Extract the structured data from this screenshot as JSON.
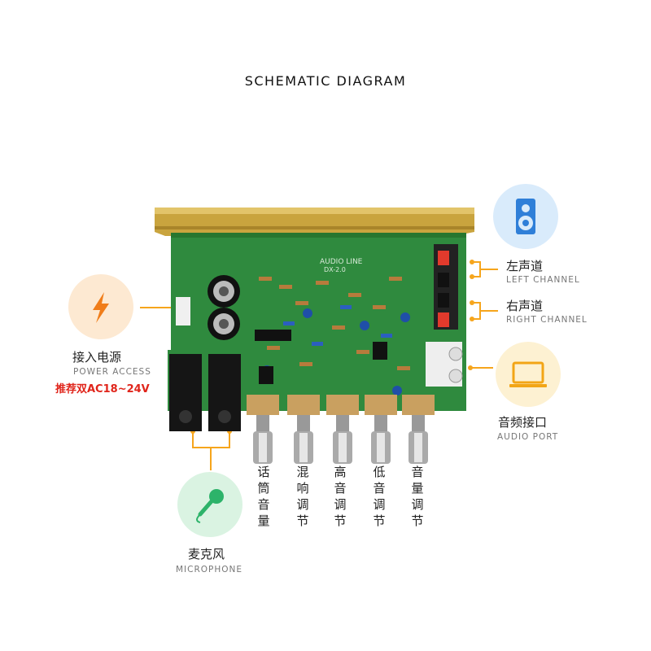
{
  "title": "SCHEMATIC DIAGRAM",
  "colors": {
    "accent_orange": "#f6a51c",
    "power_circle": "#fde9d2",
    "speaker_circle": "#d9ebfb",
    "audio_circle": "#fdf1d2",
    "mic_circle": "#daf3e2",
    "pcb_green": "#2f8a3e",
    "heatsink_gold": "#c9a43e",
    "warning_red": "#e0251b"
  },
  "power": {
    "icon": "lightning-icon",
    "label_cn": "接入电源",
    "label_en": "POWER ACCESS",
    "note": "推荐双AC18~24V"
  },
  "left_channel": {
    "label_cn": "左声道",
    "label_en": "LEFT CHANNEL"
  },
  "right_channel": {
    "label_cn": "右声道",
    "label_en": "RIGHT CHANNEL"
  },
  "speaker": {
    "icon": "speaker-icon"
  },
  "audio_port": {
    "icon": "laptop-icon",
    "label_cn": "音频接口",
    "label_en": "AUDIO PORT"
  },
  "microphone": {
    "icon": "microphone-icon",
    "label_cn": "麦克风",
    "label_en": "MICROPHONE"
  },
  "board": {
    "silkscreen_brand": "AUDIO LINE",
    "silkscreen_model": "DX-2.0"
  },
  "knobs": [
    {
      "label": "话筒音量"
    },
    {
      "label": "混响调节"
    },
    {
      "label": "高音调节"
    },
    {
      "label": "低音调节"
    },
    {
      "label": "音量调节"
    }
  ]
}
